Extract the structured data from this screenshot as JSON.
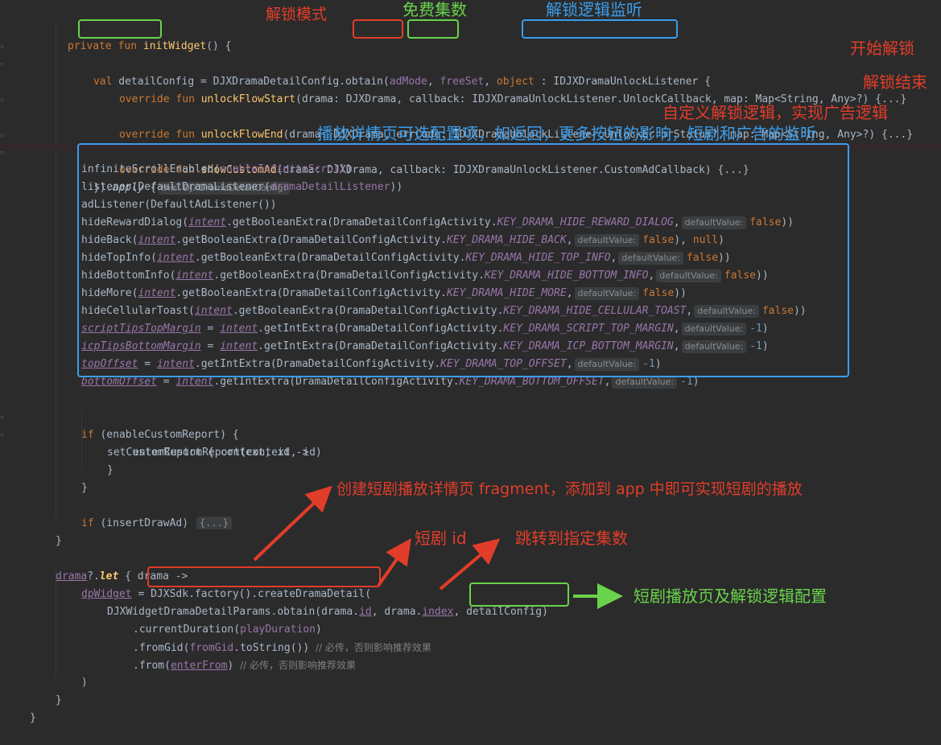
{
  "editor": {
    "language": "Kotlin",
    "colors": {
      "background": "#2b2b2b",
      "keyword": "#cc7832",
      "function": "#ffc66d",
      "property": "#9876aa",
      "number": "#6897bb",
      "comment": "#808080",
      "annotation_red": "#e23d2a",
      "annotation_green": "#69d34b",
      "annotation_blue": "#3b9ce9"
    },
    "code": {
      "l1_private": "private",
      "l1_fun": "fun",
      "l1_name": "initWidget",
      "l1_rest": "() {",
      "l2_val": "val",
      "l2_var": "detailConfig",
      "l2_a": " = DJXDramaDetailConfig.obtain(",
      "l2_admode": "adMode",
      "l2_comma": ", ",
      "l2_freeset": "freeSet",
      "l2_b": ", ",
      "l2_object": "object",
      "l2_c": " : ",
      "l2_listener": "IDJXDramaUnlockListener",
      "l2_d": " {",
      "l3_override": "override",
      "l3_fun": "fun",
      "l3_name": "unlockFlowStart",
      "l3_rest": "(drama: DJXDrama, callback: IDJXDramaUnlockListener.UnlockCallback, map: Map<String, Any>?) {...}",
      "l5_override": "override",
      "l5_fun": "fun",
      "l5_name": "unlockFlowEnd",
      "l5_rest": "(drama: DJXDrama, errCode: IDJXDramaUnlockListener.UnlockErrorStatus?, map: Map<String, Any>?) {...}",
      "l7_override": "override",
      "l7_fun": "fun",
      "l7_name": "showCustomAd",
      "l7_rest": "(drama: DJXDrama, callback: IDJXDramaUnlockListener.CustomAdCallback) {...}",
      "l8_a": "}).",
      "l8_apply": "apply",
      "l8_b": " {",
      "l8_hint": "this: DJXDramaDetailConfig!",
      "c1_a": "infiniteScrollEnabled(",
      "c1_arg": "enableInfiniteScroll",
      "c1_b": ")",
      "c2_a": "listener(DefaultDramaListener(",
      "c2_arg": "dramaDetailListener",
      "c2_b": "))",
      "c3": "adListener(DefaultAdListener())",
      "c4_a": "hideRewardDialog(",
      "c4_intent": "intent",
      "c4_b": ".getBooleanExtra(DramaDetailConfigActivity.",
      "c4_key": "KEY_DRAMA_HIDE_REWARD_DIALOG",
      "c4_c": ",",
      "c4_hint": "defaultValue:",
      "c4_val": "false",
      "c4_d": "))",
      "c5_a": "hideBack(",
      "c5_intent": "intent",
      "c5_b": ".getBooleanExtra(DramaDetailConfigActivity.",
      "c5_key": "KEY_DRAMA_HIDE_BACK",
      "c5_c": ",",
      "c5_hint": "defaultValue:",
      "c5_val": "false",
      "c5_d": "), ",
      "c5_null": "null",
      "c5_e": ")",
      "c6_a": "hideTopInfo(",
      "c6_intent": "intent",
      "c6_b": ".getBooleanExtra(DramaDetailConfigActivity.",
      "c6_key": "KEY_DRAMA_HIDE_TOP_INFO",
      "c6_c": ",",
      "c6_hint": "defaultValue:",
      "c6_val": "false",
      "c6_d": "))",
      "c7_a": "hideBottomInfo(",
      "c7_intent": "intent",
      "c7_b": ".getBooleanExtra(DramaDetailConfigActivity.",
      "c7_key": "KEY_DRAMA_HIDE_BOTTOM_INFO",
      "c7_c": ",",
      "c7_hint": "defaultValue:",
      "c7_val": "false",
      "c7_d": "))",
      "c8_a": "hideMore(",
      "c8_intent": "intent",
      "c8_b": ".getBooleanExtra(DramaDetailConfigActivity.",
      "c8_key": "KEY_DRAMA_HIDE_MORE",
      "c8_c": ",",
      "c8_hint": "defaultValue:",
      "c8_val": "false",
      "c8_d": "))",
      "c9_a": "hideCellularToast(",
      "c9_intent": "intent",
      "c9_b": ".getBooleanExtra(DramaDetailConfigActivity.",
      "c9_key": "KEY_DRAMA_HIDE_CELLULAR_TOAST",
      "c9_c": ",",
      "c9_hint": "defaultValue:",
      "c9_val": "false",
      "c9_d": "))",
      "c10_prop": "scriptTipsTopMargin",
      "c10_a": " = ",
      "c10_intent": "intent",
      "c10_b": ".getIntExtra(DramaDetailConfigActivity.",
      "c10_key": "KEY_DRAMA_SCRIPT_TOP_MARGIN",
      "c10_c": ",",
      "c10_hint": "defaultValue:",
      "c10_val": "-1",
      "c10_d": ")",
      "c11_prop": "icpTipsBottomMargin",
      "c11_a": " = ",
      "c11_intent": "intent",
      "c11_b": ".getIntExtra(DramaDetailConfigActivity.",
      "c11_key": "KEY_DRAMA_ICP_BOTTOM_MARGIN",
      "c11_c": ",",
      "c11_hint": "defaultValue:",
      "c11_val": "-1",
      "c11_d": ")",
      "c12_prop": "topOffset",
      "c12_a": " = ",
      "c12_intent": "intent",
      "c12_b": ".getIntExtra(DramaDetailConfigActivity.",
      "c12_key": "KEY_DRAMA_TOP_OFFSET",
      "c12_c": ",",
      "c12_hint": "defaultValue:",
      "c12_val": "-1",
      "c12_d": ")",
      "c13_prop": "bottomOffset",
      "c13_a": " = ",
      "c13_intent": "intent",
      "c13_b": ".getIntExtra(DramaDetailConfigActivity.",
      "c13_key": "KEY_DRAMA_BOTTOM_OFFSET",
      "c13_c": ",",
      "c13_hint": "defaultValue:",
      "c13_val": "-1",
      "c13_d": ")",
      "r1_if": "if",
      "r1_rest": " (enableCustomReport) {",
      "r2": "setCustomReport { context, id ->",
      "r3": "enterCustomReport(context, id)",
      "brace_close": "}",
      "ins_if": "if",
      "ins_rest": " (insertDrawAd) ",
      "ins_fold": "{...}",
      "d1_drama": "drama",
      "d1_a": "?.",
      "d1_let": "let",
      "d1_b": " { drama ->",
      "d2_widget": "dpWidget",
      "d2_a": " = ",
      "d2_call": "DJXSdk.factory().createDramaDetail(",
      "d3_a": "DJXWidgetDramaDetailParams.obtain(drama.",
      "d3_id": "id",
      "d3_b": ", drama.",
      "d3_index": "index",
      "d3_c": ", ",
      "d3_cfg": "detailConfig)",
      "d3_d": ")",
      "d4_a": ".currentDuration(",
      "d4_arg": "playDuration",
      "d4_b": ")",
      "d5_a": ".fromGid(",
      "d5_arg": "fromGid",
      "d5_b": ".toString()) ",
      "d5_cmt": "// 必传，否则影响推荐效果",
      "d6_a": ".from(",
      "d6_arg": "enterFrom",
      "d6_b": ") ",
      "d6_cmt": "// 必传，否则影响推荐效果",
      "d7": ")"
    }
  },
  "annotations": {
    "unlock_mode": "解锁模式",
    "free_episodes": "免费集数",
    "unlock_listener": "解锁逻辑监听",
    "start_unlock": "开始解锁",
    "end_unlock": "解锁结束",
    "custom_unlock": "自定义解锁逻辑，实现广告逻辑",
    "detail_options": "播放详情页可选配置项，如返回，更多按钮的影响，短剧和广告的监听",
    "create_fragment": "创建短剧播放详情页 fragment，添加到 app 中即可实现短剧的播放",
    "drama_id": "短剧 id",
    "jump_episode": "跳转到指定集数",
    "detail_config": "短剧播放页及解锁逻辑配置"
  }
}
